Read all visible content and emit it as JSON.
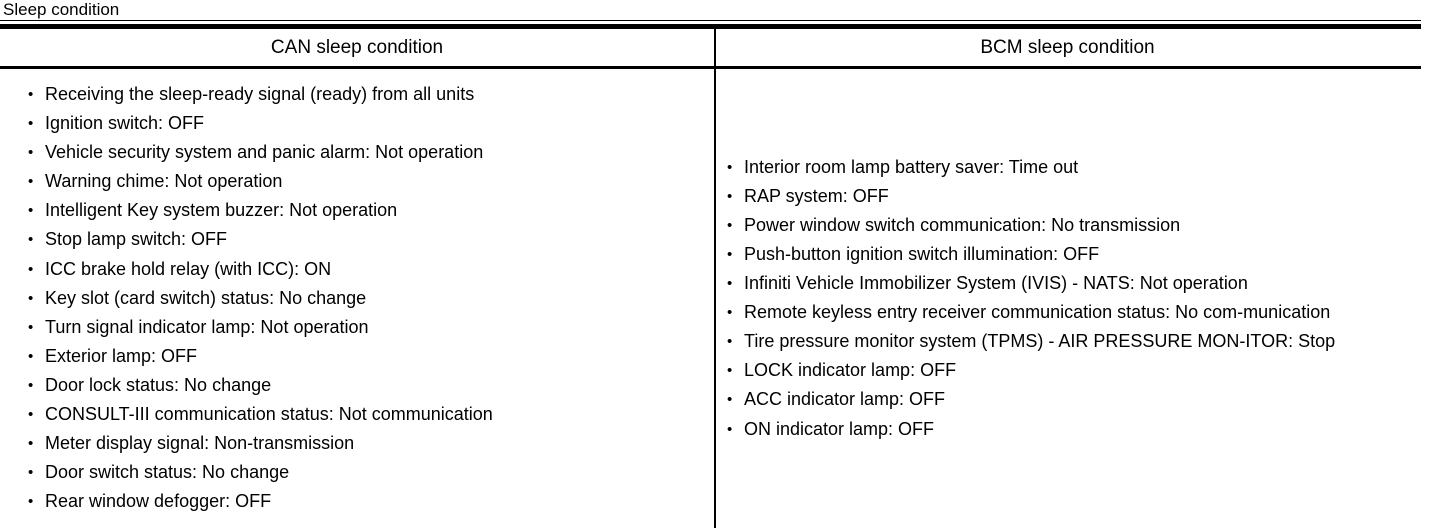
{
  "caption": {
    "text": "Sleep condition"
  },
  "table": {
    "columns": [
      {
        "id": "can",
        "header": "CAN sleep condition"
      },
      {
        "id": "bcm",
        "header": "BCM sleep condition"
      }
    ],
    "can_items": [
      "Receiving the sleep-ready signal (ready) from all units",
      "Ignition switch: OFF",
      "Vehicle security system and panic alarm: Not operation",
      "Warning chime: Not operation",
      "Intelligent Key system buzzer: Not operation",
      "Stop lamp switch: OFF",
      "ICC brake hold relay (with ICC): ON",
      "Key slot (card switch) status: No change",
      "Turn signal indicator lamp: Not operation",
      "Exterior lamp: OFF",
      "Door lock status: No change",
      "CONSULT-III communication status: Not communication",
      "Meter display signal: Non-transmission",
      "Door switch status: No change",
      "Rear window defogger: OFF"
    ],
    "bcm_items": [
      "Interior room lamp battery saver: Time out",
      "RAP system: OFF",
      "Power window switch communication: No transmission",
      "Push-button ignition switch illumination: OFF",
      "Infiniti Vehicle Immobilizer System (IVIS) - NATS: Not operation",
      "Remote keyless entry receiver communication status: No com-munication",
      "Tire pressure monitor system (TPMS) - AIR PRESSURE MON-ITOR: Stop",
      "LOCK indicator lamp: OFF",
      "ACC indicator lamp: OFF",
      "ON indicator lamp: OFF"
    ]
  },
  "colors": {
    "ink": "#000000",
    "paper": "#ffffff"
  }
}
